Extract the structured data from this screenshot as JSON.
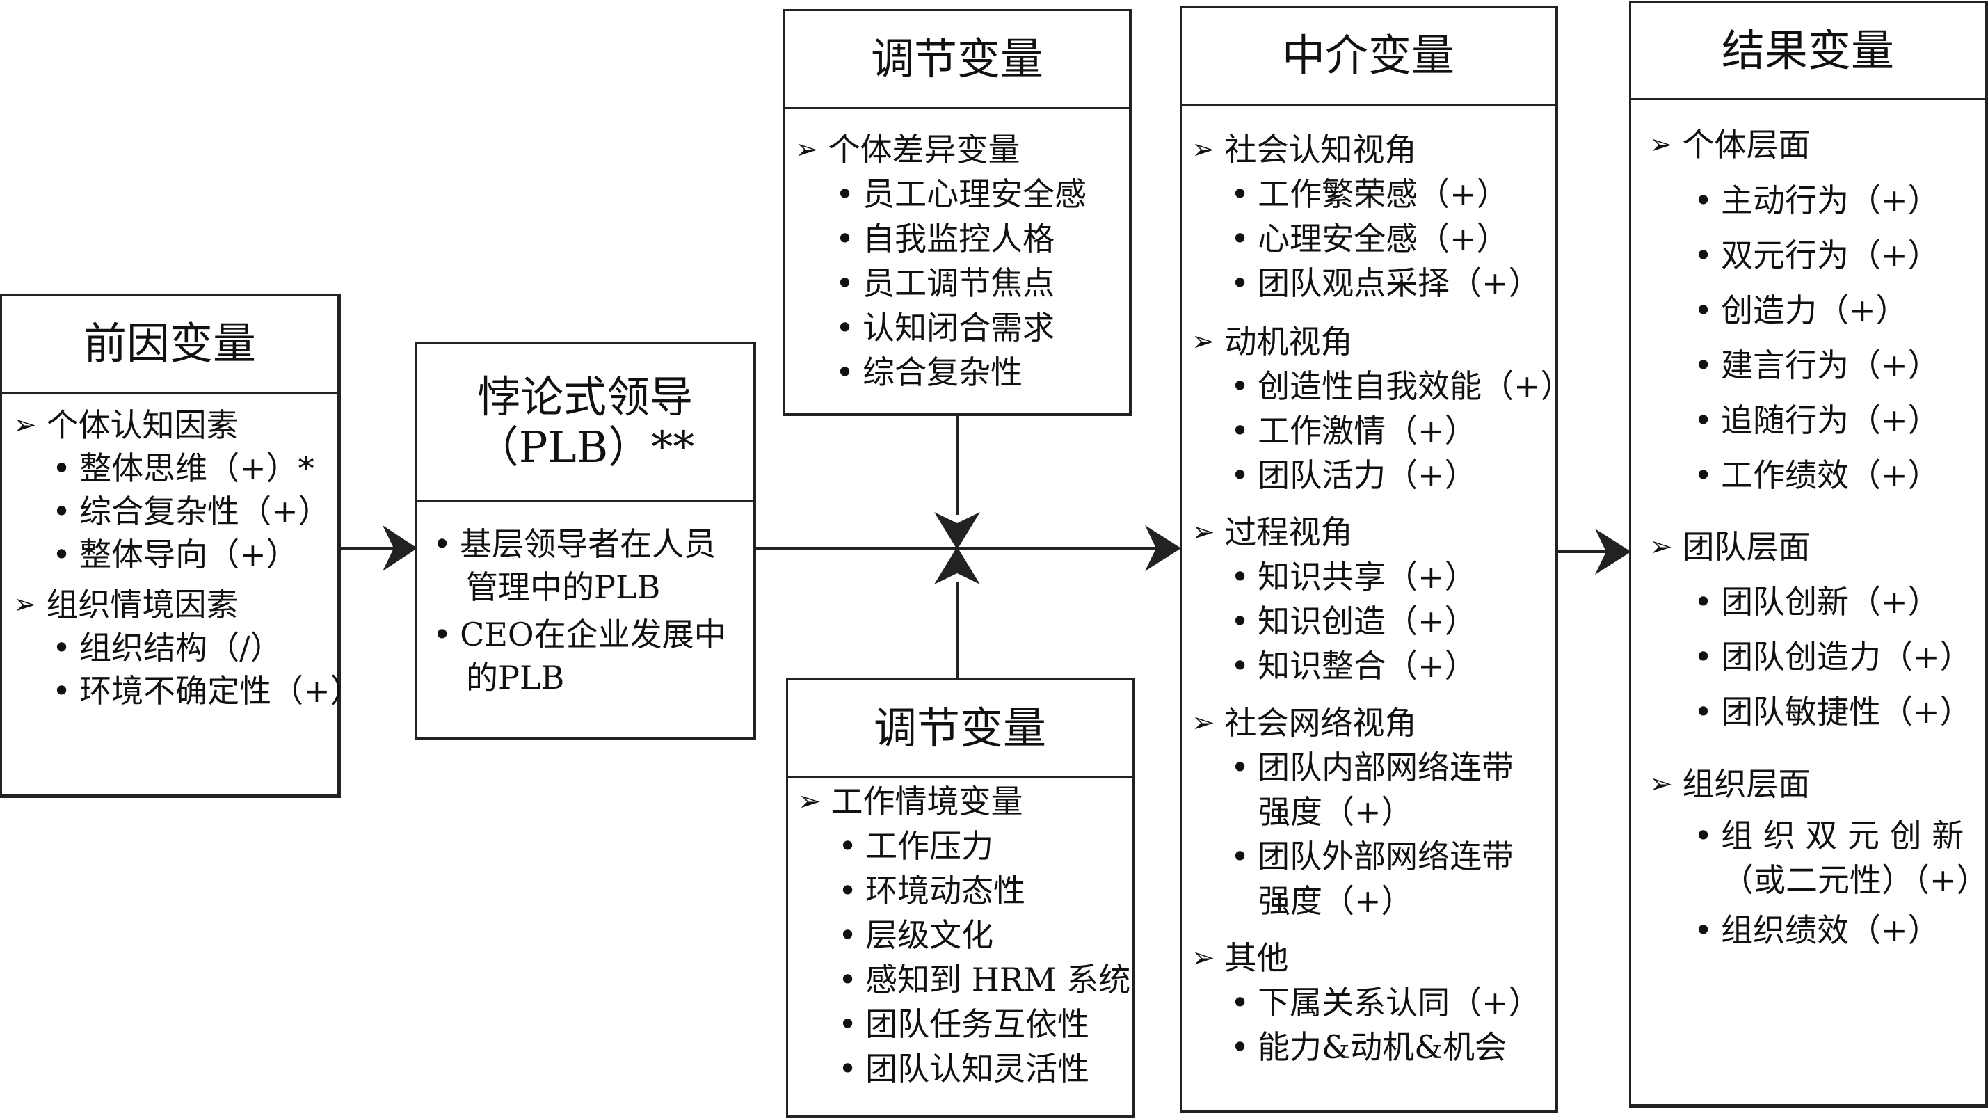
{
  "antecedent": {
    "title": "前因变量",
    "items": [
      {
        "kind": "cat",
        "text": "个体认知因素"
      },
      {
        "kind": "bul",
        "text": "整体思维（+）*"
      },
      {
        "kind": "bul",
        "text": "综合复杂性（+）"
      },
      {
        "kind": "bul",
        "text": "整体导向（+）"
      },
      {
        "kind": "cat",
        "text": "组织情境因素"
      },
      {
        "kind": "bul",
        "text": "组织结构（/）"
      },
      {
        "kind": "bul",
        "text": "环境不确定性（+）"
      }
    ]
  },
  "plb": {
    "title_line1": "悖论式领导",
    "title_line2": "（PLB）**",
    "items": [
      {
        "kind": "bul",
        "lines": [
          "基层领导者在人员",
          "管理中的PLB"
        ]
      },
      {
        "kind": "bul",
        "lines": [
          "CEO在企业发展中",
          "的PLB"
        ]
      }
    ]
  },
  "moderator_top": {
    "title": "调节变量",
    "items": [
      {
        "kind": "cat",
        "text": "个体差异变量"
      },
      {
        "kind": "bul",
        "text": "员工心理安全感"
      },
      {
        "kind": "bul",
        "text": "自我监控人格"
      },
      {
        "kind": "bul",
        "text": "员工调节焦点"
      },
      {
        "kind": "bul",
        "text": "认知闭合需求"
      },
      {
        "kind": "bul",
        "text": "综合复杂性"
      }
    ]
  },
  "moderator_bottom": {
    "title": "调节变量",
    "items": [
      {
        "kind": "cat",
        "text": "工作情境变量"
      },
      {
        "kind": "bul",
        "text": "工作压力"
      },
      {
        "kind": "bul",
        "text": "环境动态性"
      },
      {
        "kind": "bul",
        "text": "层级文化"
      },
      {
        "kind": "bul",
        "text": "感知到 HRM 系统"
      },
      {
        "kind": "bul",
        "text": "团队任务互依性"
      },
      {
        "kind": "bul",
        "text": "团队认知灵活性"
      }
    ]
  },
  "mediator": {
    "title": "中介变量",
    "items": [
      {
        "kind": "cat",
        "text": "社会认知视角"
      },
      {
        "kind": "bul",
        "text": "工作繁荣感（+）"
      },
      {
        "kind": "bul",
        "text": "心理安全感（+）"
      },
      {
        "kind": "bul",
        "text": "团队观点采择（+）"
      },
      {
        "kind": "cat",
        "text": "动机视角"
      },
      {
        "kind": "bul",
        "text": "创造性自我效能（+）"
      },
      {
        "kind": "bul",
        "text": "工作激情（+）"
      },
      {
        "kind": "bul",
        "text": "团队活力（+）"
      },
      {
        "kind": "cat",
        "text": "过程视角"
      },
      {
        "kind": "bul",
        "text": "知识共享（+）"
      },
      {
        "kind": "bul",
        "text": "知识创造（+）"
      },
      {
        "kind": "bul",
        "text": "知识整合（+）"
      },
      {
        "kind": "cat",
        "text": "社会网络视角"
      },
      {
        "kind": "bul",
        "text": "团队内部网络连带"
      },
      {
        "kind": "cont",
        "text": "强度（+）"
      },
      {
        "kind": "bul",
        "text": "团队外部网络连带"
      },
      {
        "kind": "cont",
        "text": "强度（+）"
      },
      {
        "kind": "cat",
        "text": "其他"
      },
      {
        "kind": "bul",
        "text": "下属关系认同（+）"
      },
      {
        "kind": "bul",
        "text": "能力&动机&机会"
      }
    ]
  },
  "outcome": {
    "title": "结果变量",
    "items": [
      {
        "kind": "cat",
        "text": "个体层面"
      },
      {
        "kind": "bul",
        "text": "主动行为（+）"
      },
      {
        "kind": "bul",
        "text": "双元行为（+）"
      },
      {
        "kind": "bul",
        "text": "创造力（+）"
      },
      {
        "kind": "bul",
        "text": "建言行为（+）"
      },
      {
        "kind": "bul",
        "text": "追随行为（+）"
      },
      {
        "kind": "bul",
        "text": "工作绩效（+）"
      },
      {
        "kind": "cat",
        "text": "团队层面"
      },
      {
        "kind": "bul",
        "text": "团队创新（+）"
      },
      {
        "kind": "bul",
        "text": "团队创造力（+）"
      },
      {
        "kind": "bul",
        "text": "团队敏捷性（+）"
      },
      {
        "kind": "cat",
        "text": "组织层面"
      },
      {
        "kind": "bul",
        "text": "组 织 双 元 创 新"
      },
      {
        "kind": "cont",
        "text": "（或二元性）（+）"
      },
      {
        "kind": "bul",
        "text": "组织绩效（+）"
      }
    ]
  }
}
